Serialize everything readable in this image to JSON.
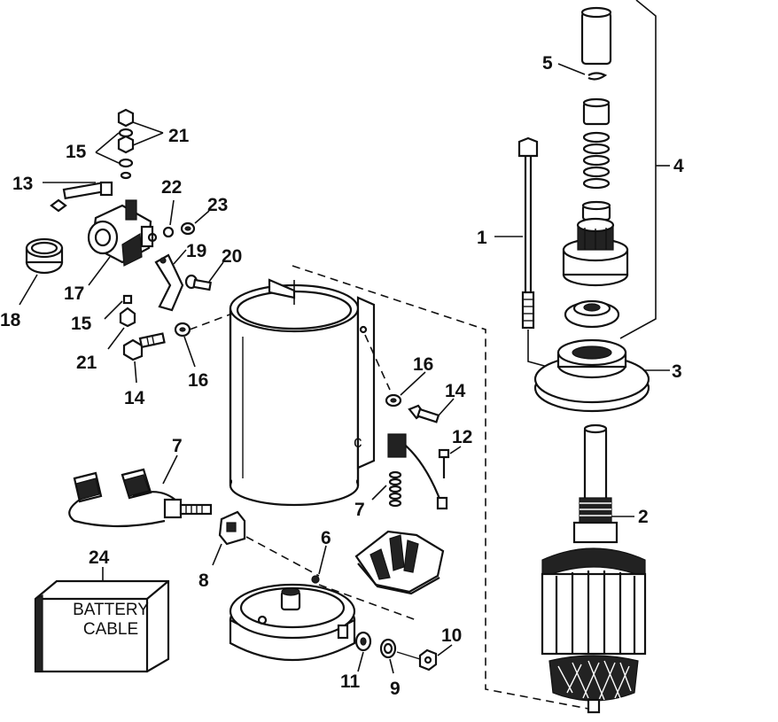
{
  "diagram": {
    "callouts": {
      "c1": "1",
      "c2": "2",
      "c3": "3",
      "c4": "4",
      "c5": "5",
      "c6": "6",
      "c7a": "7",
      "c7b": "7",
      "c8": "8",
      "c9": "9",
      "c10": "10",
      "c11": "11",
      "c12": "12",
      "c13": "13",
      "c14a": "14",
      "c14b": "14",
      "c15a": "15",
      "c15b": "15",
      "c16a": "16",
      "c16b": "16",
      "c17": "17",
      "c18": "18",
      "c19": "19",
      "c20": "20",
      "c21a": "21",
      "c21b": "21",
      "c22": "22",
      "c23": "23",
      "c24": "24"
    },
    "battery_box": {
      "line1": "BATTERY",
      "line2": "CABLE"
    }
  }
}
